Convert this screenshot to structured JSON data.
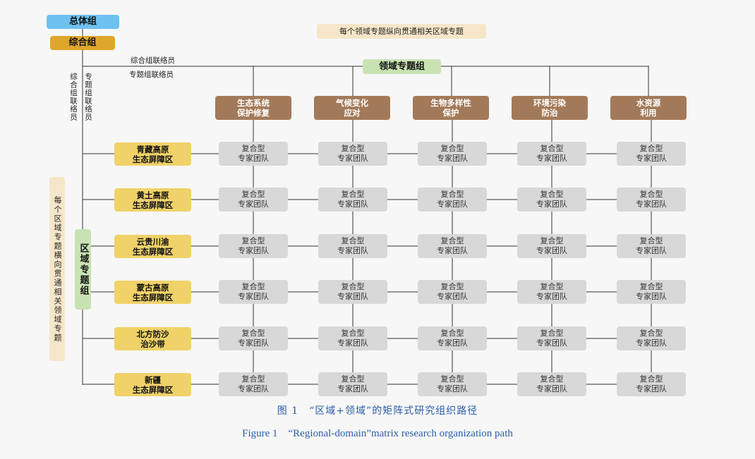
{
  "top": {
    "overall_group": "总体组",
    "comprehensive_group": "综合组",
    "domain_group": "领域专题组",
    "region_group": "区域专题组"
  },
  "notes": {
    "vertical_note": "每个领域专题纵向贯通相关区域专题",
    "horizontal_note": "每个区域专题横向贯通相关领域专题"
  },
  "liaisons": {
    "comprehensive_liaison": "综合组联络员",
    "topic_liaison": "专题组联络员"
  },
  "domains": [
    {
      "line1": "生态系统",
      "line2": "保护修复"
    },
    {
      "line1": "气候变化",
      "line2": "应对"
    },
    {
      "line1": "生物多样性",
      "line2": "保护"
    },
    {
      "line1": "环境污染",
      "line2": "防治"
    },
    {
      "line1": "水资源",
      "line2": "利用"
    }
  ],
  "regions": [
    {
      "line1": "青藏高原",
      "line2": "生态屏障区"
    },
    {
      "line1": "黄土高原",
      "line2": "生态屏障区"
    },
    {
      "line1": "云贵川渝",
      "line2": "生态屏障区"
    },
    {
      "line1": "蒙古高原",
      "line2": "生态屏障区"
    },
    {
      "line1": "北方防沙",
      "line2": "治沙带"
    },
    {
      "line1": "新疆",
      "line2": "生态屏障区"
    }
  ],
  "team": {
    "line1": "复合型",
    "line2": "专家团队"
  },
  "caption": {
    "cn": "图 1　“区域+领域”的矩阵式研究组织路径",
    "en": "Figure 1　“Regional-domain”matrix research organization path"
  }
}
